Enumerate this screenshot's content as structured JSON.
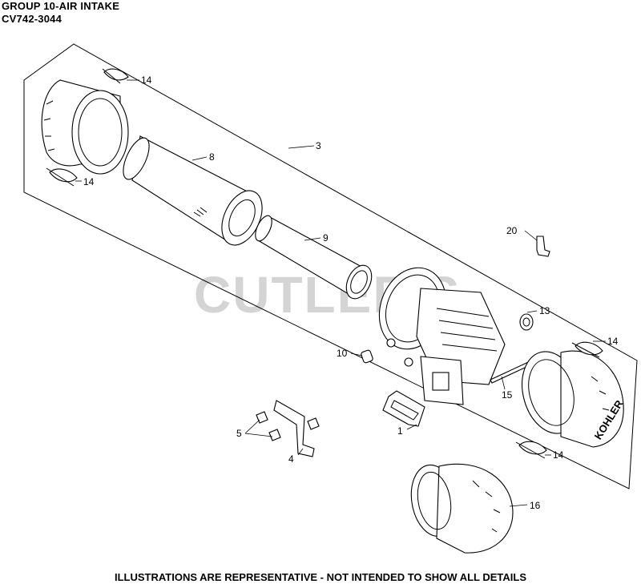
{
  "header": {
    "title": "GROUP 10-AIR INTAKE",
    "model": "CV742-3044"
  },
  "watermark": "CUTLER'S",
  "brand_mark": "KOHLER",
  "footer": "ILLUSTRATIONS ARE REPRESENTATIVE - NOT INTENDED TO SHOW ALL DETAILS",
  "callouts": {
    "c1": "1",
    "c3": "3",
    "c4": "4",
    "c5": "5",
    "c8": "8",
    "c9": "9",
    "c10": "10",
    "c13": "13",
    "c14a": "14",
    "c14b": "14",
    "c14c": "14",
    "c14d": "14",
    "c15": "15",
    "c16": "16",
    "c20": "20"
  }
}
